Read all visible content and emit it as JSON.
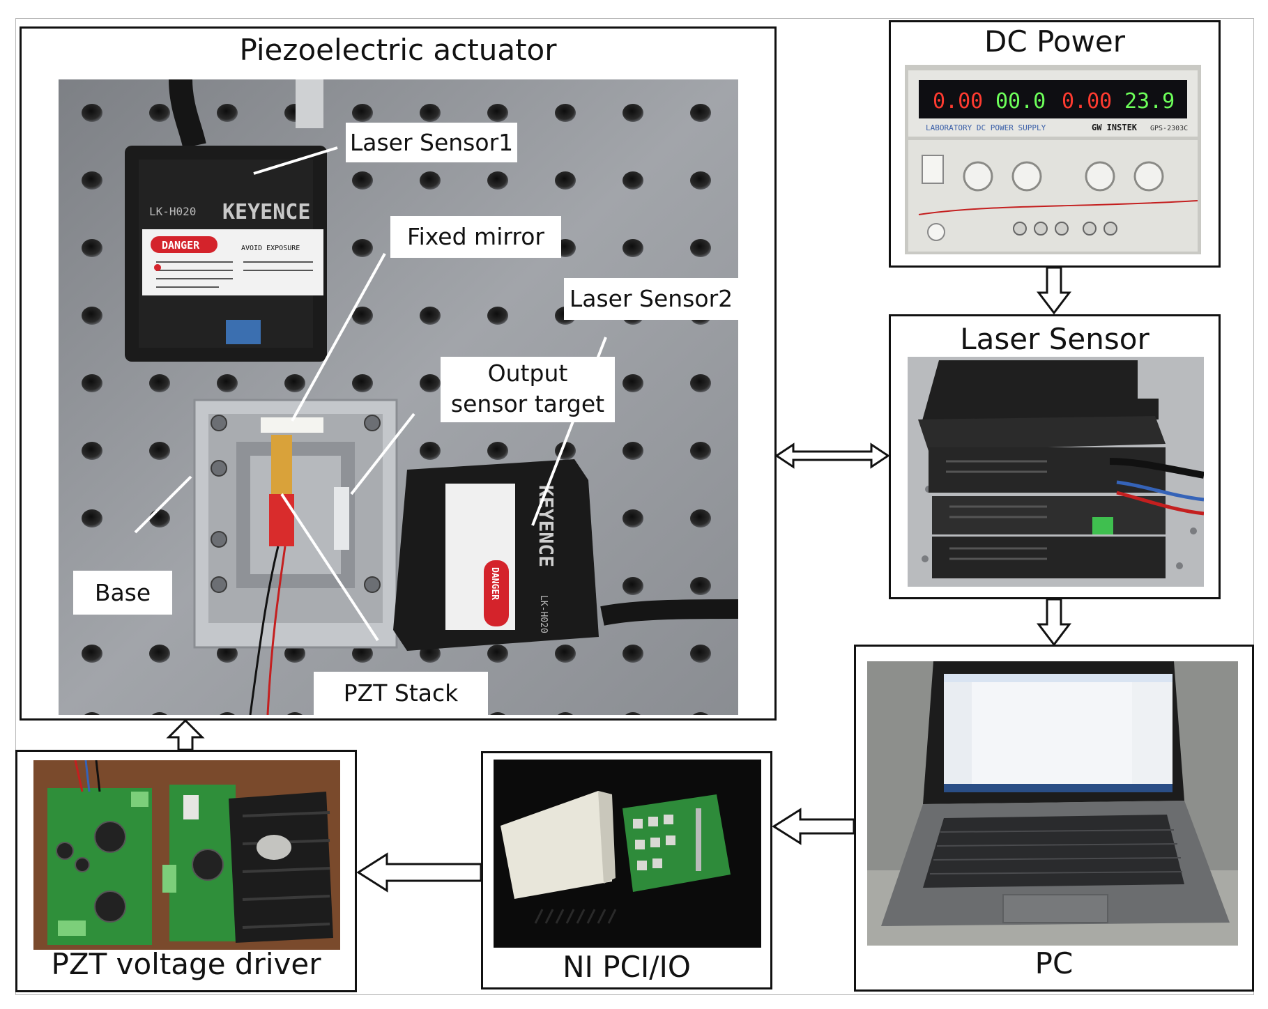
{
  "panels": {
    "actuator": {
      "title": "Piezoelectric actuator"
    },
    "dc_power": {
      "title": "DC Power"
    },
    "laser_sensor": {
      "title": "Laser Sensor"
    },
    "pc": {
      "title": "PC"
    },
    "ni_pci": {
      "title": "NI PCI/IO"
    },
    "pzt_driver": {
      "title": "PZT voltage driver"
    }
  },
  "callouts": {
    "laser_sensor1": "Laser Sensor1",
    "fixed_mirror": "Fixed mirror",
    "laser_sensor2": "Laser Sensor2",
    "output_target_line1": "Output",
    "output_target_line2": "sensor target",
    "base": "Base",
    "pzt_stack": "PZT Stack"
  },
  "device_labels": {
    "brand": "KEYENCE",
    "model": "LK-H020",
    "danger": "DANGER",
    "avoid_exposure": "AVOID EXPOSURE",
    "psu_caption": "LABORATORY DC POWER SUPPLY",
    "psu_brand": "GW INSTEK",
    "psu_model": "GPS-2303C",
    "psu_readouts": [
      "0.00",
      "00.0",
      "0.00",
      "23.9"
    ]
  },
  "colors": {
    "frame": "#111111",
    "arrow_fill": "#ffffff",
    "plate": "#9b9ea3",
    "sensor_body": "#1a1a1a",
    "readout_red": "#ff3b30",
    "readout_green": "#6dff5a",
    "pcb_green": "#2f8f3a"
  }
}
